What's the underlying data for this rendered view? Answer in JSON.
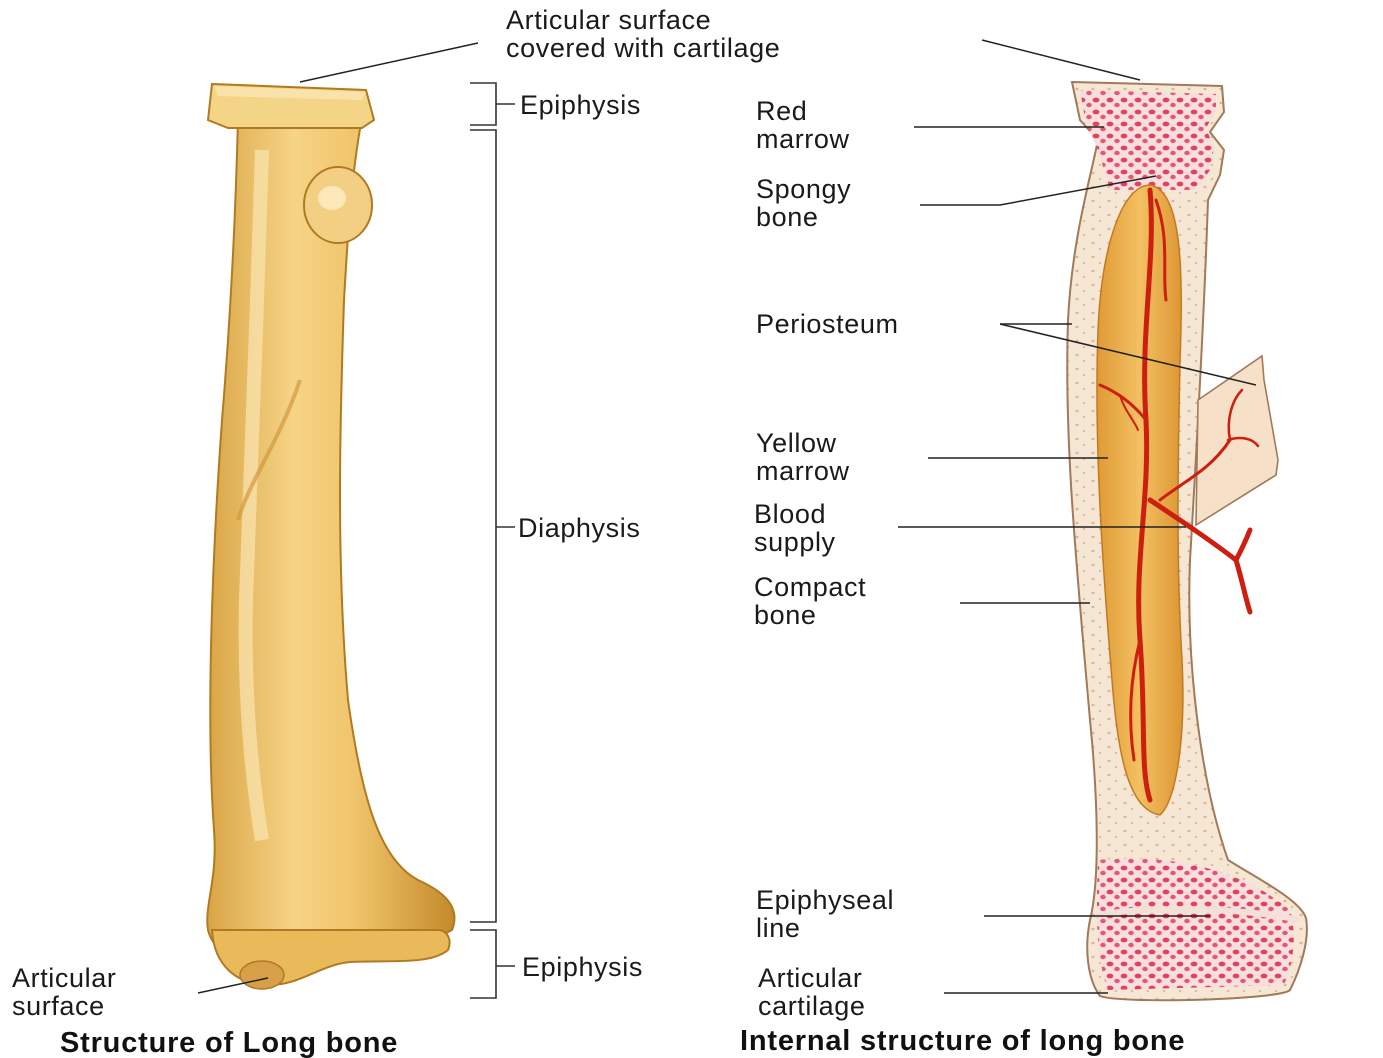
{
  "labels": {
    "articular_surface_cartilage": [
      "Articular surface",
      "covered with cartilage"
    ],
    "epiphysis_top": "Epiphysis",
    "diaphysis": "Diaphysis",
    "epiphysis_bottom": "Epiphysis",
    "articular_surface": [
      "Articular",
      "surface"
    ],
    "red_marrow": [
      "Red",
      "marrow"
    ],
    "spongy_bone": [
      "Spongy",
      "bone"
    ],
    "periosteum": "Periosteum",
    "yellow_marrow": [
      "Yellow",
      "marrow"
    ],
    "blood_supply": [
      "Blood",
      "supply"
    ],
    "compact_bone": [
      "Compact",
      "bone"
    ],
    "epiphyseal_line": [
      "Epiphyseal",
      "line"
    ],
    "articular_cartilage": [
      "Articular",
      "cartilage"
    ]
  },
  "captions": {
    "left": "Structure of Long bone",
    "right": "Internal structure of long bone"
  },
  "colors": {
    "bone": "#f2c66a",
    "bone_shadow": "#c98f2c",
    "cartilage": "#f8e9d6",
    "red_marrow": "#e0405a",
    "yellow_marrow": "#e8a63c",
    "blood": "#cc1f10"
  }
}
